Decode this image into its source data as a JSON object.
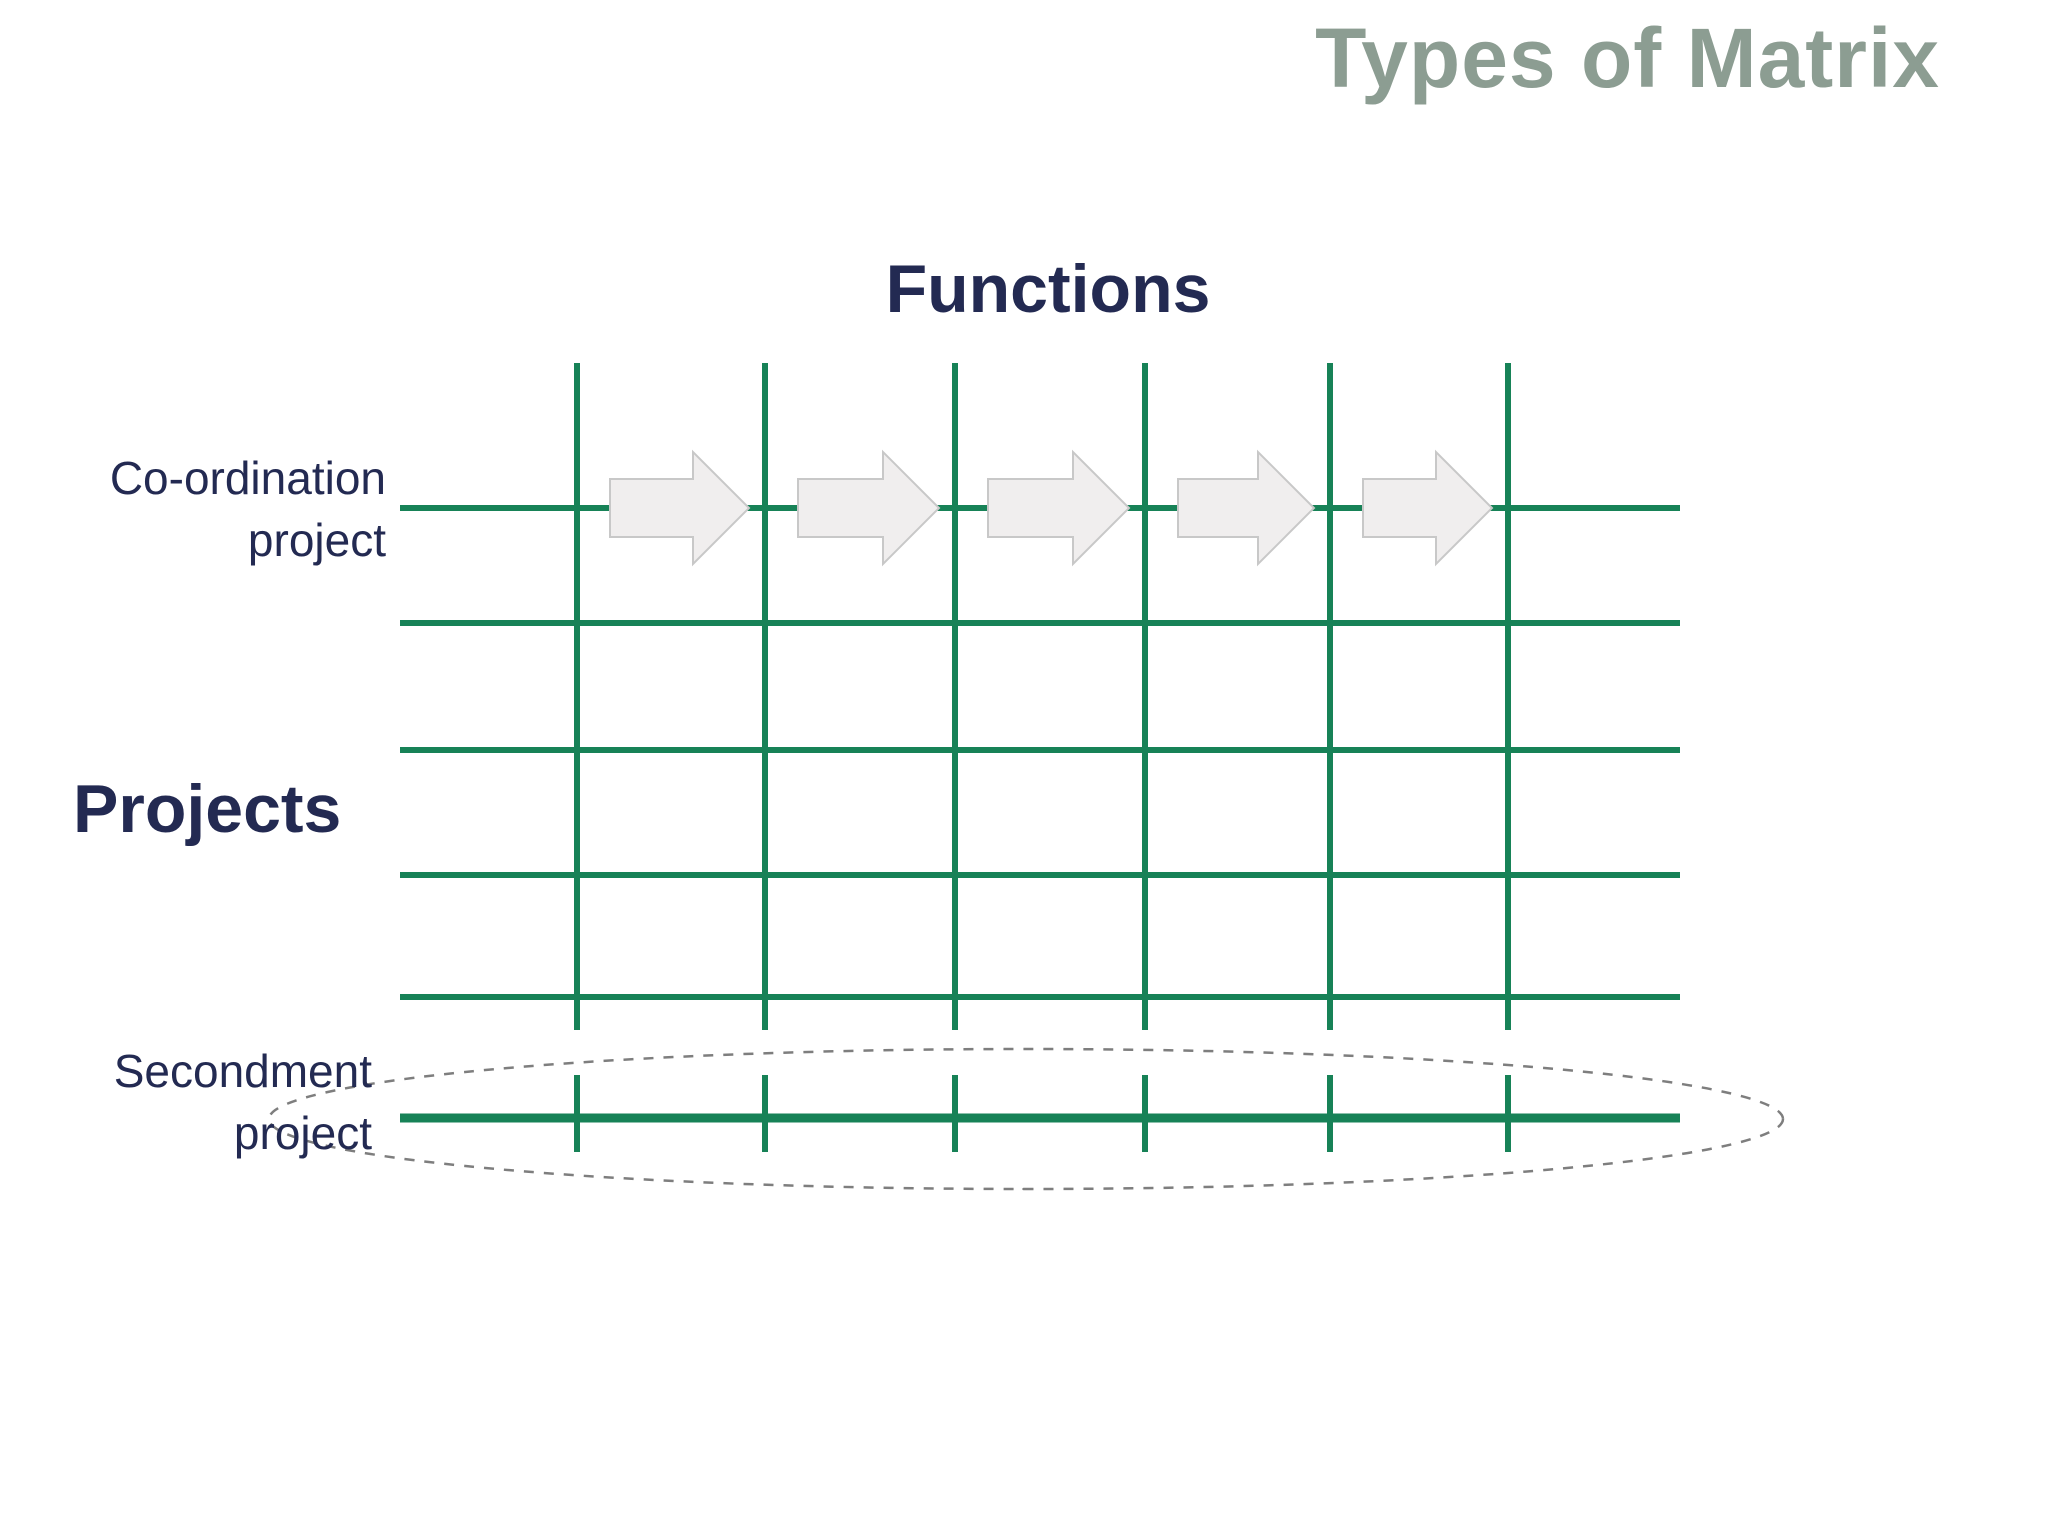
{
  "slide": {
    "title": "Types of Matrix"
  },
  "labels": {
    "functions": "Functions",
    "projects": "Projects",
    "coordination": {
      "line1": "Co-ordination",
      "line2": "project"
    },
    "secondment": {
      "line1": "Secondment",
      "line2": "project"
    }
  },
  "diagram": {
    "type": "matrix-grid",
    "function_columns": 6,
    "project_rows": 6,
    "coordination_arrows": 5,
    "arrows_on_row": "Co-ordination project",
    "ellipse_on_row": "Secondment project"
  },
  "colors": {
    "background": "#FFFFFF",
    "grid_green": "#178257",
    "text_navy": "#232A52",
    "title_sage": "#8C9D92",
    "arrow_fill": "#F0EEEE",
    "arrow_border": "#C8C8C8",
    "ellipse_gray": "#7E7E7E"
  }
}
